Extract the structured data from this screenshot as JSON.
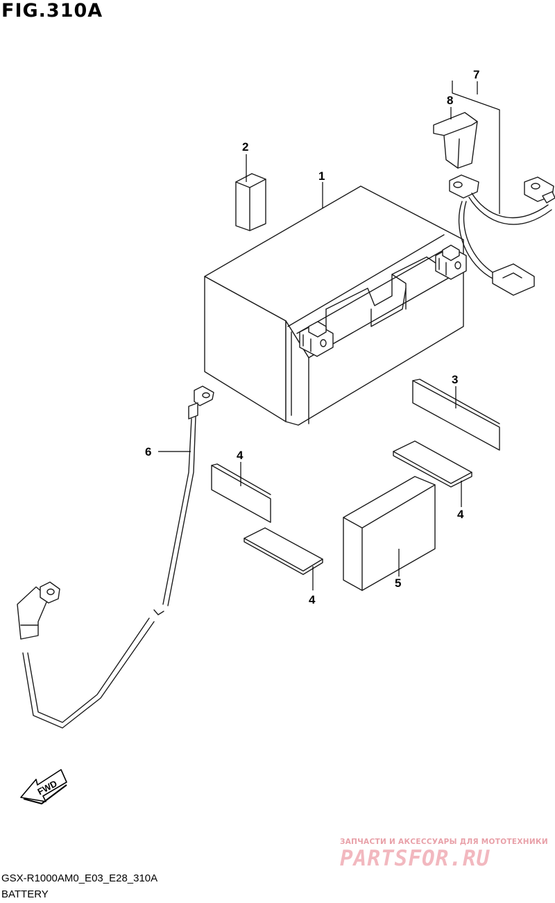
{
  "figure": {
    "title": "FIG.310A"
  },
  "footer": {
    "model_code": "GSX-R1000AM0_E03_E28_310A",
    "section_name": "BATTERY"
  },
  "fwd_indicator": {
    "label": "FWD"
  },
  "watermark": {
    "tagline": "ЗАПЧАСТИ И АКСЕССУАРЫ ДЛЯ МОТОТЕХНИКИ",
    "brand": "PARTSFOR.RU"
  },
  "callouts": [
    {
      "id": "1",
      "label": "1"
    },
    {
      "id": "2",
      "label": "2"
    },
    {
      "id": "3",
      "label": "3"
    },
    {
      "id": "4a",
      "label": "4"
    },
    {
      "id": "4b",
      "label": "4"
    },
    {
      "id": "4c",
      "label": "4"
    },
    {
      "id": "5",
      "label": "5"
    },
    {
      "id": "6",
      "label": "6"
    },
    {
      "id": "7",
      "label": "7"
    },
    {
      "id": "8",
      "label": "8"
    }
  ]
}
